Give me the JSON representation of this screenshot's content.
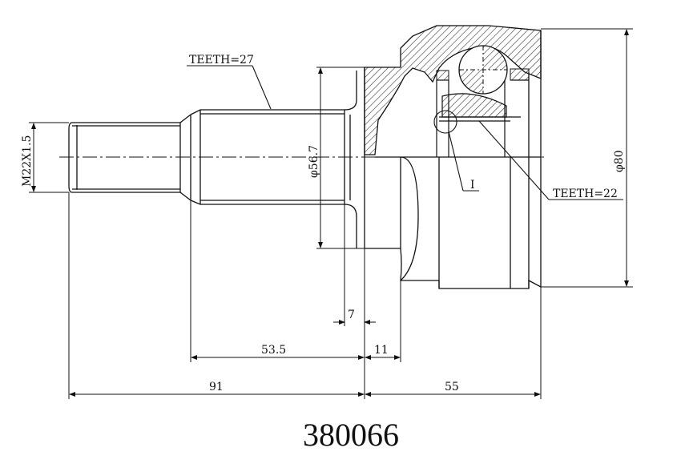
{
  "labels": {
    "thread": "M22X1.5",
    "teeth_outer": "TEETH=27",
    "teeth_inner": "TEETH=22",
    "detail": "I",
    "diameter_shaft": "φ56.7",
    "diameter_housing": "φ80"
  },
  "dimensions": {
    "d7": "7",
    "d53_5": "53.5",
    "d11": "11",
    "d91": "91",
    "d55": "55"
  },
  "part_number": "380066"
}
